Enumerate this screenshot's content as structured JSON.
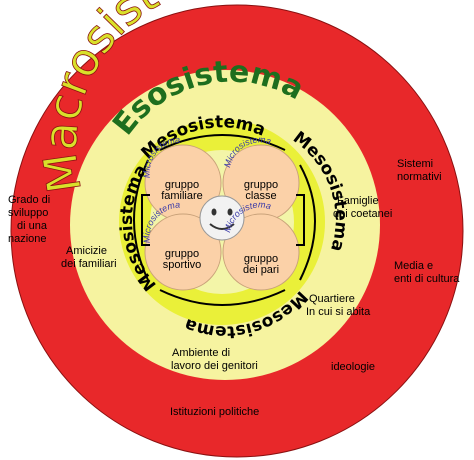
{
  "colors": {
    "macro_ring": "#e8282a",
    "eso_ring": "#f6f3a0",
    "meso_ring": "#eaf039",
    "meso_inner": "#f3f5a8",
    "petal": "#fbd1a8",
    "face": "#f2f2f2",
    "macro_text": "#d9e02a",
    "eso_text": "#1e6e1e",
    "meso_text": "#000000",
    "micro_text": "#3a3aa8"
  },
  "rings": {
    "macrosistema": "Macrosistema",
    "esosistema": "Esosistema",
    "mesosistema": "Mesosistema"
  },
  "microsistemi": [
    {
      "tag": "Microsistema",
      "line1": "gruppo",
      "line2": "familiare"
    },
    {
      "tag": "Microsistema",
      "line1": "gruppo",
      "line2": "classe"
    },
    {
      "tag": "Microsistema",
      "line1": "gruppo",
      "line2": "sportivo"
    },
    {
      "tag": "Microsistema",
      "line1": "gruppo",
      "line2": "dei pari"
    }
  ],
  "center_icon": "smiley-face",
  "esosistema_labels": {
    "famiglie": [
      "Famiglie",
      "dei coetanei"
    ],
    "amicizie": [
      "Amicizie",
      "dei familiari"
    ],
    "quartiere": [
      "Quartiere",
      "In cui si abita"
    ],
    "ambiente": [
      "Ambiente di",
      "lavoro dei genitori"
    ]
  },
  "macrosistema_labels": {
    "grado": [
      "Grado di",
      "sviluppo",
      "di una",
      "nazione"
    ],
    "sistemi": [
      "Sistemi",
      "normativi"
    ],
    "media": [
      "Media e",
      "enti di cultura"
    ],
    "ideologie": [
      "ideologie"
    ],
    "istituzioni": [
      "Istituzioni politiche"
    ]
  }
}
